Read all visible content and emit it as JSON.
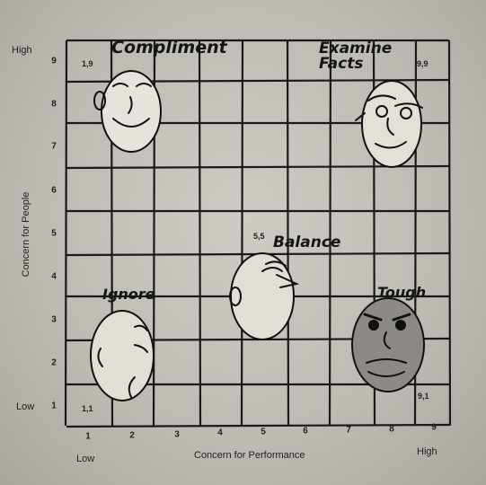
{
  "y_axis": {
    "title": "Concern for People",
    "high": "High",
    "low": "Low",
    "ticks": [
      "9",
      "8",
      "7",
      "6",
      "5",
      "4",
      "3",
      "2",
      "1"
    ]
  },
  "x_axis": {
    "title": "Concern for Performance",
    "low": "Low",
    "high": "High",
    "ticks": [
      "1",
      "2",
      "3",
      "4",
      "5",
      "6",
      "7",
      "8",
      "9"
    ]
  },
  "styles": [
    {
      "id": "compliment",
      "label": "Compliment",
      "coord": "1,9"
    },
    {
      "id": "examine",
      "label": "Examine\nFacts",
      "coord": "9,9"
    },
    {
      "id": "balance",
      "label": "Balance",
      "coord": "5,5"
    },
    {
      "id": "ignore",
      "label": "Ignore",
      "coord": "1,1"
    },
    {
      "id": "tough",
      "label": "Tough",
      "coord": "9,1"
    }
  ]
}
